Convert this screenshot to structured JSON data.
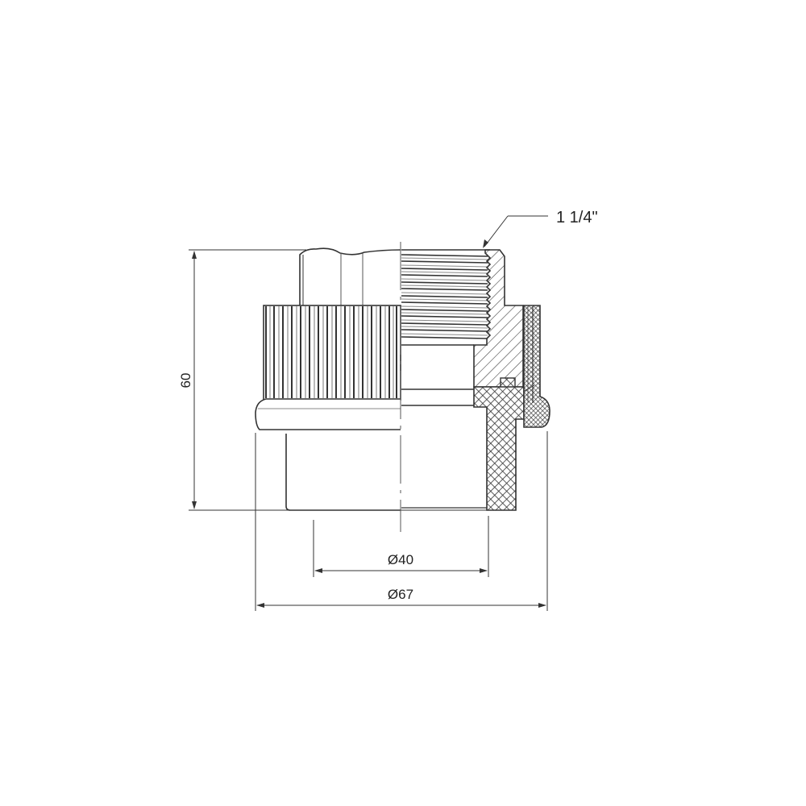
{
  "drawing": {
    "title": "PPR threaded union fitting – technical drawing",
    "colors": {
      "background": "#ffffff",
      "line": "#333333",
      "hatch": "#444444"
    }
  },
  "dimensions": {
    "height": {
      "label": "60",
      "orientation": "vertical"
    },
    "inner_diameter": {
      "label": "Ø40",
      "orientation": "horizontal"
    },
    "outer_diameter": {
      "label": "Ø67",
      "orientation": "horizontal"
    }
  },
  "callouts": {
    "thread_size": {
      "label": "1 1/4\"",
      "target": "external thread"
    }
  },
  "sections": {
    "left": "exterior view (hex + knurled nut + socket)",
    "right": "half cross-section (threaded insert hatched, plastic body cross-hatched, seal)"
  }
}
